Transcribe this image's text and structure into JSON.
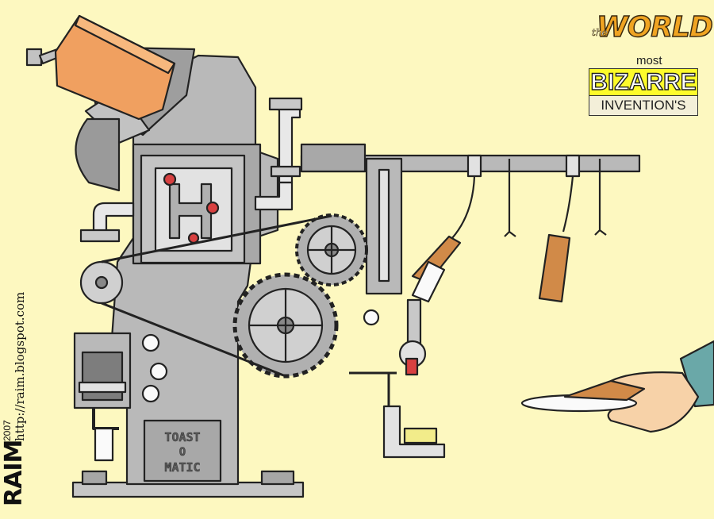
{
  "logo": {
    "the": "the",
    "world": "WORLD",
    "most": "most",
    "bizarre": "BIZARRE",
    "inventions": "INVENTION'S"
  },
  "credit": {
    "signature": "RAIM",
    "year": "2007",
    "url": "http://raim.blogspot.com"
  },
  "plate": {
    "line1": "TOAST",
    "line2": "O",
    "line3": "MATIC"
  },
  "colors": {
    "background": "#fdf8c0",
    "machine": "#b9b9b9",
    "machine_dark": "#8d8d8d",
    "bread": "#f0a060",
    "knob": "#d84040",
    "cuff": "#6aa8a8",
    "skin": "#f7d2a8"
  }
}
